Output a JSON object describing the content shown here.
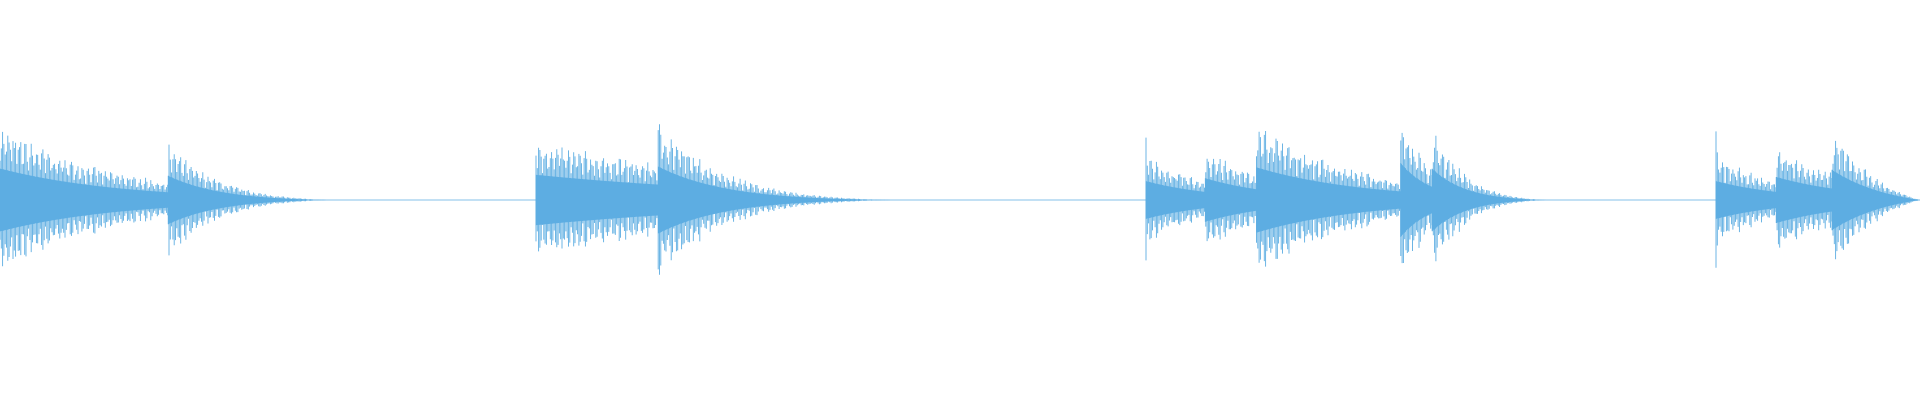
{
  "waveform": {
    "color": "#5dade2",
    "background": "#ffffff",
    "amplitude_scale": "linear",
    "segments": [
      {
        "notes": [
          {
            "peak": 0.95,
            "body": 0.75,
            "decay": 4.0
          },
          {
            "peak": 0.68,
            "body": 0.58,
            "decay": 3.2
          }
        ]
      },
      {
        "notes": [
          {
            "peak": 0.72,
            "body": 0.6,
            "decay": 1.4
          },
          {
            "peak": 0.9,
            "body": 0.8,
            "decay": 3.6
          }
        ]
      },
      {
        "notes": [
          {
            "peak": 0.85,
            "body": 0.45,
            "decay": 2.4
          },
          {
            "peak": 0.62,
            "body": 0.52,
            "decay": 2.0
          },
          {
            "peak": 0.82,
            "body": 0.78,
            "decay": 3.8
          },
          {
            "peak": 1.1,
            "body": 0.9,
            "decay": 3.0
          },
          {
            "peak": 0.85,
            "body": 0.75,
            "decay": 3.5
          }
        ]
      },
      {
        "notes": [
          {
            "peak": 0.8,
            "body": 0.45,
            "decay": 2.4
          },
          {
            "peak": 0.65,
            "body": 0.55,
            "decay": 2.0
          },
          {
            "peak": 0.75,
            "body": 0.72,
            "decay": 2.0
          }
        ]
      }
    ]
  }
}
